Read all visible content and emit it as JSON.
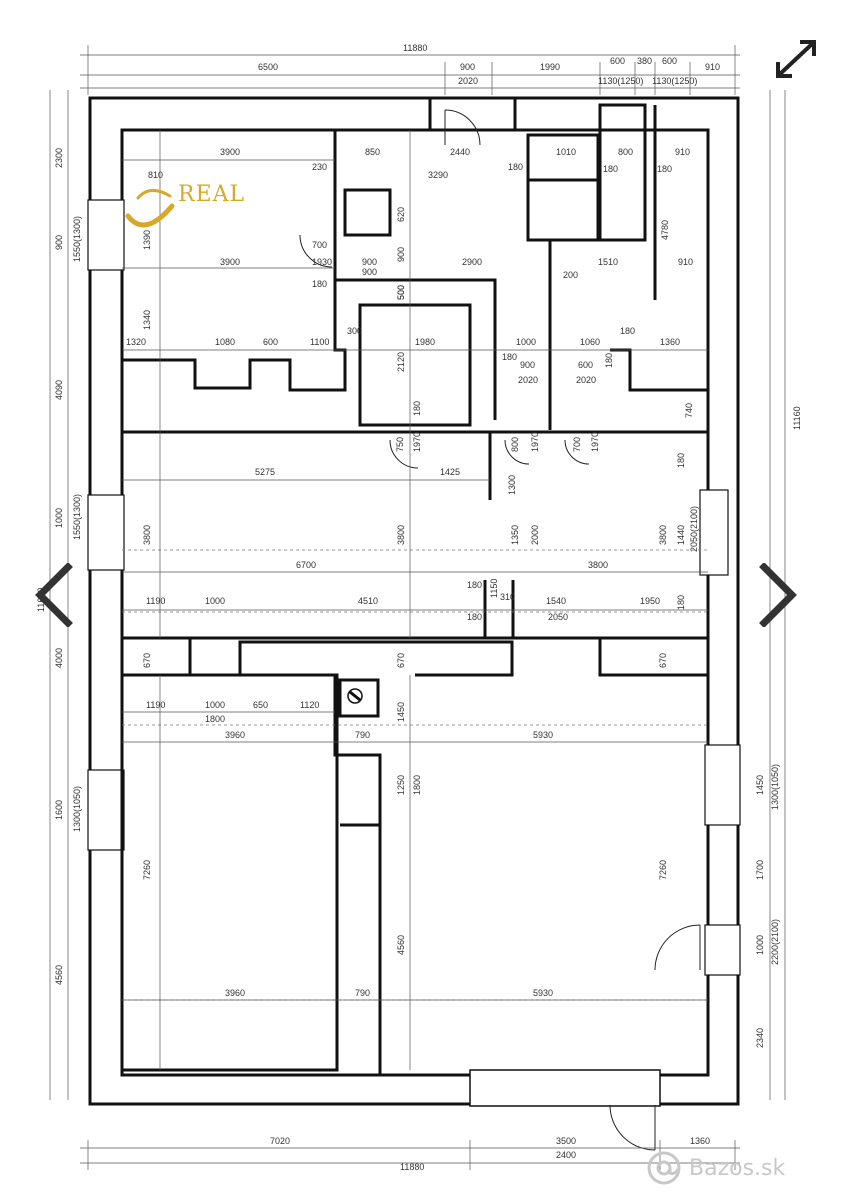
{
  "brand": {
    "logo_text": "REAL",
    "watermark_text": "Bazos.sk"
  },
  "icons": {
    "prev": "chevron-left-icon",
    "next": "chevron-right-icon",
    "expand": "expand-arrows-icon",
    "logo": "real-logo-swoosh-icon",
    "watermark": "bazos-at-icon"
  },
  "colors": {
    "logo": "#d6a92a",
    "nav": "#333333",
    "watermark": "#c8c8c8"
  },
  "dimensions": {
    "top_total": "11880",
    "top_row": [
      "6500",
      "900",
      "1990",
      "600",
      "380",
      "600",
      "910"
    ],
    "top_row2": [
      "2020",
      "1130(1250)",
      "1130(1250)"
    ],
    "room_dims": [
      "3900",
      "230",
      "850",
      "2440",
      "180",
      "1010",
      "800",
      "910",
      "3290",
      "180",
      "180",
      "620",
      "4780",
      "700",
      "1930",
      "900",
      "900",
      "2900",
      "1510",
      "910",
      "200",
      "180",
      "3900",
      "1390",
      "500",
      "300",
      "1980",
      "1000",
      "1060",
      "180",
      "1360",
      "1320",
      "1080",
      "600",
      "1100",
      "1340",
      "900",
      "600",
      "2020",
      "2020",
      "2120",
      "180",
      "740",
      "750",
      "1970",
      "800",
      "1970",
      "700",
      "1970",
      "5275",
      "1425",
      "1300",
      "180",
      "3800",
      "3800",
      "1350",
      "2000",
      "3800",
      "1440",
      "2050(2100)",
      "6700",
      "3800",
      "180",
      "1190",
      "1000",
      "4510",
      "310",
      "1150",
      "1540",
      "1950",
      "180",
      "180",
      "2050",
      "670",
      "670",
      "670",
      "1190",
      "1000",
      "650",
      "1120",
      "1800",
      "3960",
      "1450",
      "790",
      "5930",
      "1250",
      "1800",
      "7260",
      "7260",
      "4560",
      "3960",
      "790",
      "5930"
    ],
    "left_side": [
      "2300",
      "900",
      "1550(1300)",
      "4090",
      "1000",
      "1550(1300)",
      "11650",
      "4000",
      "1600",
      "1300(1050)",
      "4560"
    ],
    "right_side": [
      "11160",
      "1450",
      "1300(1050)",
      "1700",
      "1000",
      "2200(2100)",
      "2340"
    ],
    "bottom_row": [
      "7020",
      "3500",
      "1360",
      "2400"
    ],
    "bottom_total": "11880",
    "small_labels": [
      "810",
      "500",
      "180",
      "180",
      "900"
    ]
  }
}
